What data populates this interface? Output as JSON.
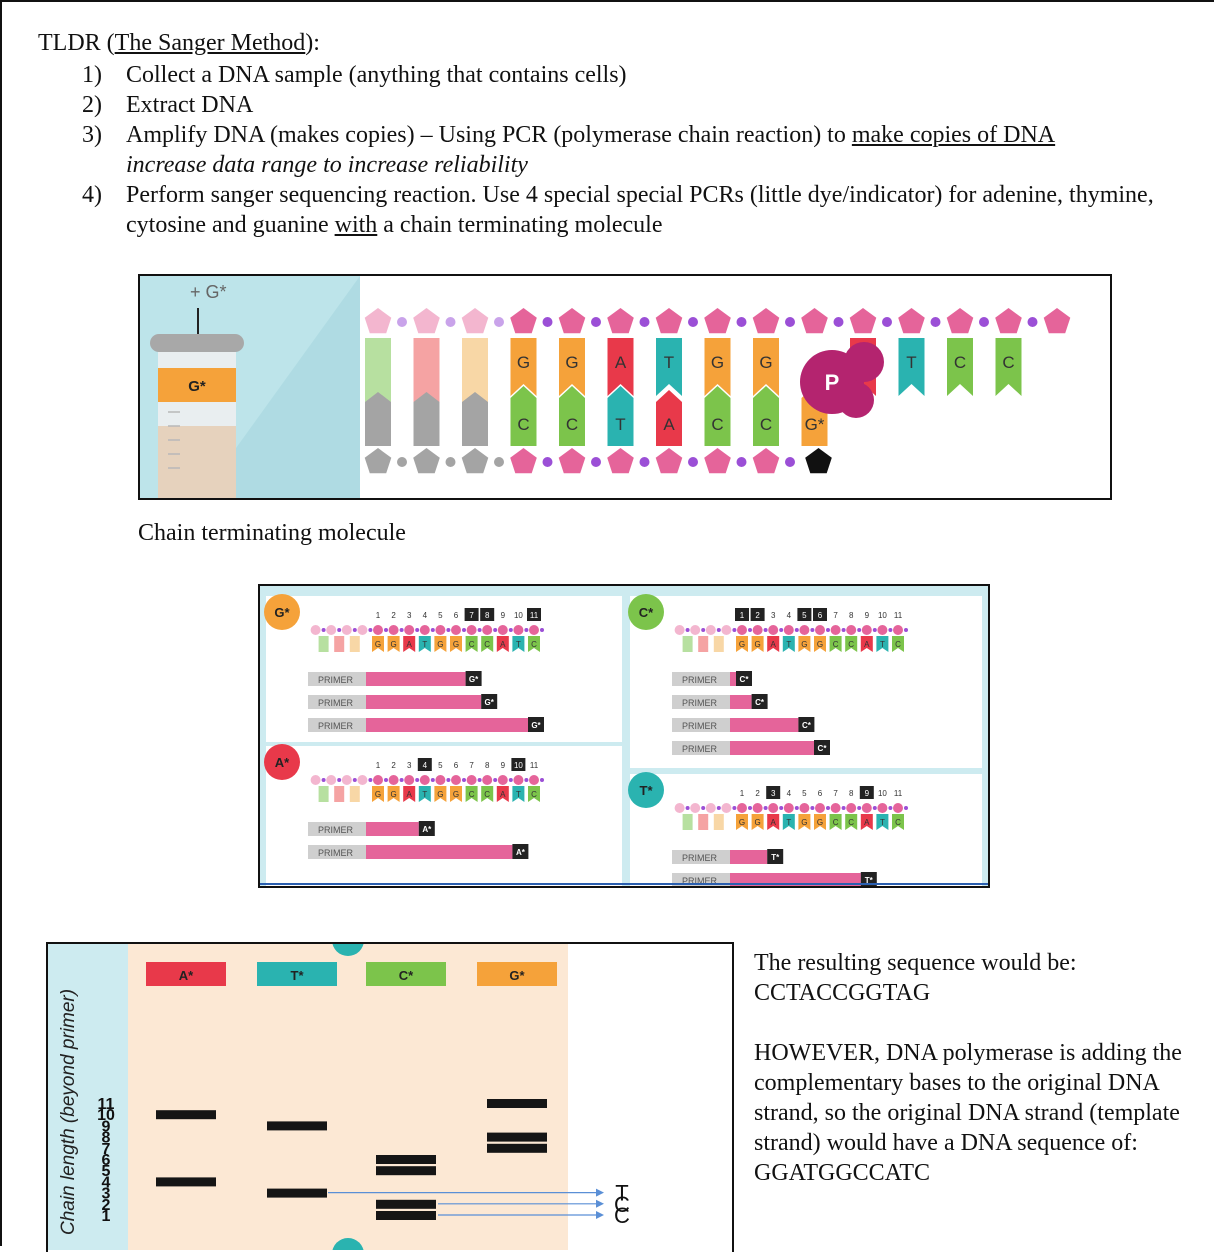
{
  "tldr": {
    "prefix": "TLDR (",
    "title": "The Sanger Method",
    "suffix": "):"
  },
  "steps": [
    {
      "num": "1)",
      "text": "Collect a DNA sample (anything that contains cells)"
    },
    {
      "num": "2)",
      "text": "Extract DNA"
    },
    {
      "num": "3)",
      "text_before": "Amplify DNA (makes copies) – Using PCR (polymerase chain reaction) to ",
      "underlined": "make copies of DNA",
      "italic": "increase data range to increase reliability"
    },
    {
      "num": "4)",
      "text_before": "Perform sanger sequencing reaction. Use 4 special special PCRs (little dye/indicator) for adenine, thymine, cytosine and guanine ",
      "underlined": "with",
      "text_after": " a chain terminating molecule"
    }
  ],
  "figure1": {
    "reagent": "+ G*",
    "tube_label": "G*",
    "top_bases": [
      "G",
      "G",
      "A",
      "T",
      "G",
      "G",
      "",
      "A",
      "T",
      "C",
      "C"
    ],
    "bottom_bases": [
      "C",
      "C",
      "T",
      "A",
      "C",
      "C",
      "G*"
    ],
    "polymerase": "P",
    "colors": {
      "G": "#f5a23a",
      "A": "#e8394a",
      "T": "#2ab3b0",
      "C": "#7cc44b",
      "backbone": "#e5649a",
      "dot": "#9b4fd6",
      "polymerase": "#b4246f"
    }
  },
  "caption": "Chain terminating molecule",
  "figure2": {
    "primer_label": "PRIMER",
    "strand": [
      "G",
      "G",
      "A",
      "T",
      "G",
      "G",
      "C",
      "C",
      "A",
      "T",
      "C"
    ],
    "panels": [
      {
        "tag": "G*",
        "color": "#f5a23a",
        "positions": [
          "1",
          "2",
          "3",
          "4",
          "5",
          "6",
          "7",
          "8",
          "9",
          "10",
          "11"
        ],
        "highlight": [
          "7",
          "8",
          "11"
        ],
        "bars": [
          7,
          8,
          11
        ],
        "end_label": "G*"
      },
      {
        "tag": "C*",
        "color": "#7cc44b",
        "positions": [
          "1",
          "2",
          "3",
          "4",
          "5",
          "6",
          "7",
          "8",
          "9",
          "10",
          "11"
        ],
        "highlight": [
          "1",
          "2",
          "5",
          "6"
        ],
        "bars": [
          1,
          2,
          5,
          6
        ],
        "end_label": "C*"
      },
      {
        "tag": "A*",
        "color": "#e8394a",
        "positions": [
          "1",
          "2",
          "3",
          "4",
          "5",
          "6",
          "7",
          "8",
          "9",
          "10",
          "11"
        ],
        "highlight": [
          "4",
          "10"
        ],
        "bars": [
          4,
          10
        ],
        "end_label": "A*"
      },
      {
        "tag": "T*",
        "color": "#2ab3b0",
        "positions": [
          "1",
          "2",
          "3",
          "4",
          "5",
          "6",
          "7",
          "8",
          "9",
          "10",
          "11"
        ],
        "highlight": [
          "3",
          "9"
        ],
        "bars": [
          3,
          9
        ],
        "end_label": "T*"
      }
    ]
  },
  "gel": {
    "ylabel": "Chain length (beyond primer)",
    "lengths": [
      "11",
      "10",
      "9",
      "8",
      "7",
      "6",
      "5",
      "4",
      "3",
      "2",
      "1"
    ],
    "lanes": [
      {
        "label": "A*",
        "color": "#e8394a",
        "bands": [
          10,
          4
        ]
      },
      {
        "label": "T*",
        "color": "#2ab3b0",
        "bands": [
          9,
          3
        ]
      },
      {
        "label": "C*",
        "color": "#7cc44b",
        "bands": [
          6,
          5,
          2,
          1
        ]
      },
      {
        "label": "G*",
        "color": "#f5a23a",
        "bands": [
          11,
          8,
          7
        ]
      }
    ],
    "read_letters": [
      "T",
      "C",
      "C"
    ]
  },
  "result": {
    "line1": "The resulting sequence would be:",
    "sequence": "CCTACCGGTAG",
    "line2": "HOWEVER, DNA polymerase is adding the complementary bases to the original DNA strand, so the original DNA strand (template strand) would have a DNA sequence of: GGATGGCCATC"
  }
}
